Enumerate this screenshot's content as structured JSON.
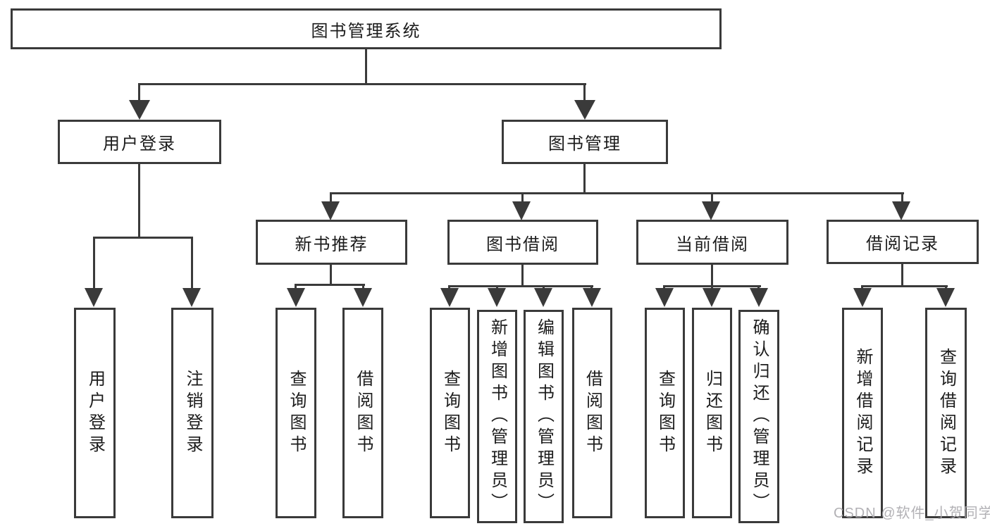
{
  "tree": {
    "root": {
      "label": "图书管理系统"
    },
    "level2": [
      {
        "label": "用户登录",
        "children": [
          "用户登录",
          "注销登录"
        ]
      },
      {
        "label": "图书管理",
        "sections": [
          {
            "label": "新书推荐",
            "children": [
              "查询图书",
              "借阅图书"
            ]
          },
          {
            "label": "图书借阅",
            "children": [
              "查询图书",
              "新增图书（管理员）",
              "编辑图书（管理员）",
              "借阅图书"
            ]
          },
          {
            "label": "当前借阅",
            "children": [
              "查询图书",
              "归还图书",
              "确认归还（管理员）"
            ]
          },
          {
            "label": "借阅记录",
            "children": [
              "新增借阅记录",
              "查询借阅记录"
            ]
          }
        ]
      }
    ]
  },
  "colors": {
    "line": "#3a3a3a",
    "text": "#1c1c1c",
    "watermark": "#aaa8ad"
  },
  "watermark": "CSDN @软件_小贺同学"
}
